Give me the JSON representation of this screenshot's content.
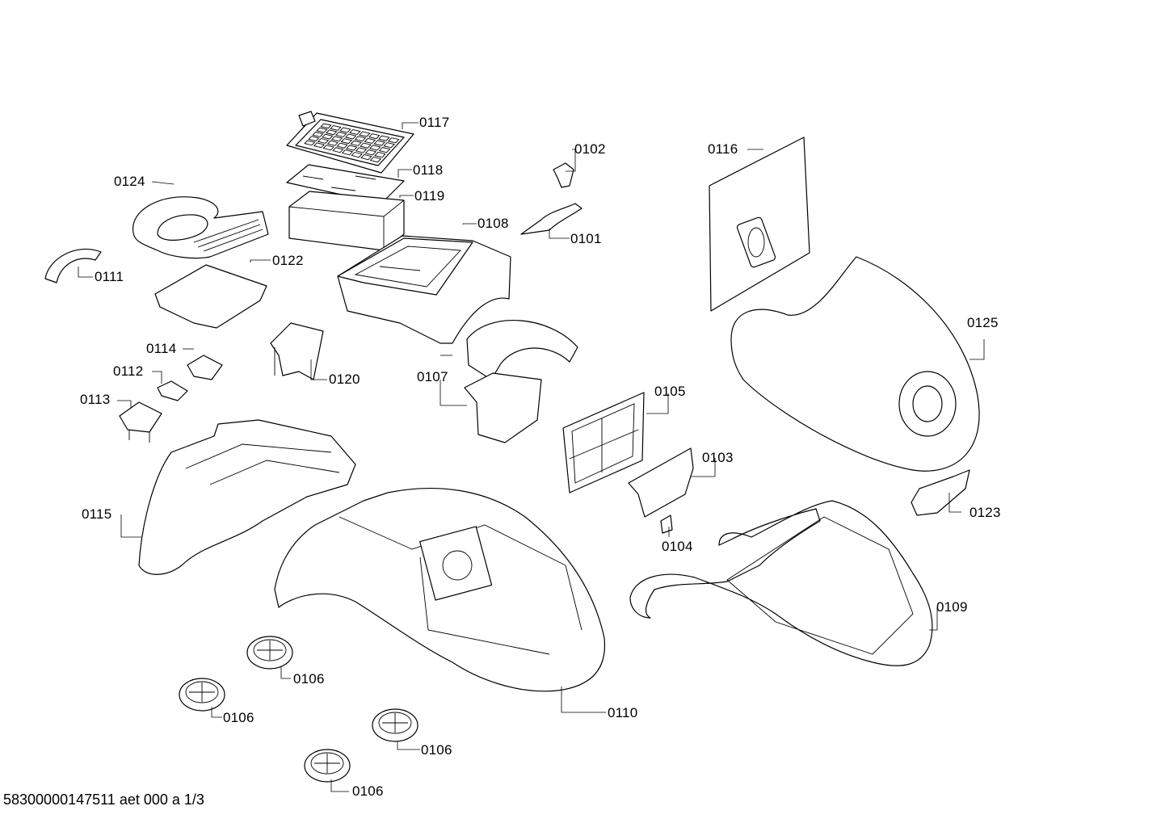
{
  "callouts": {
    "p0117": "0117",
    "p0118": "0118",
    "p0119": "0119",
    "p0124": "0124",
    "p0102": "0102",
    "p0101": "0101",
    "p0108": "0108",
    "p0116": "0116",
    "p0111": "0111",
    "p0122": "0122",
    "p0125": "0125",
    "p0114": "0114",
    "p0112": "0112",
    "p0120": "0120",
    "p0107": "0107",
    "p0113": "0113",
    "p0105": "0105",
    "p0103": "0103",
    "p0123": "0123",
    "p0115": "0115",
    "p0104": "0104",
    "p0109": "0109",
    "p0106a": "0106",
    "p0106b": "0106",
    "p0106c": "0106",
    "p0106d": "0106",
    "p0110": "0110"
  },
  "footer": "58300000147511 aet 000 a 1/3"
}
